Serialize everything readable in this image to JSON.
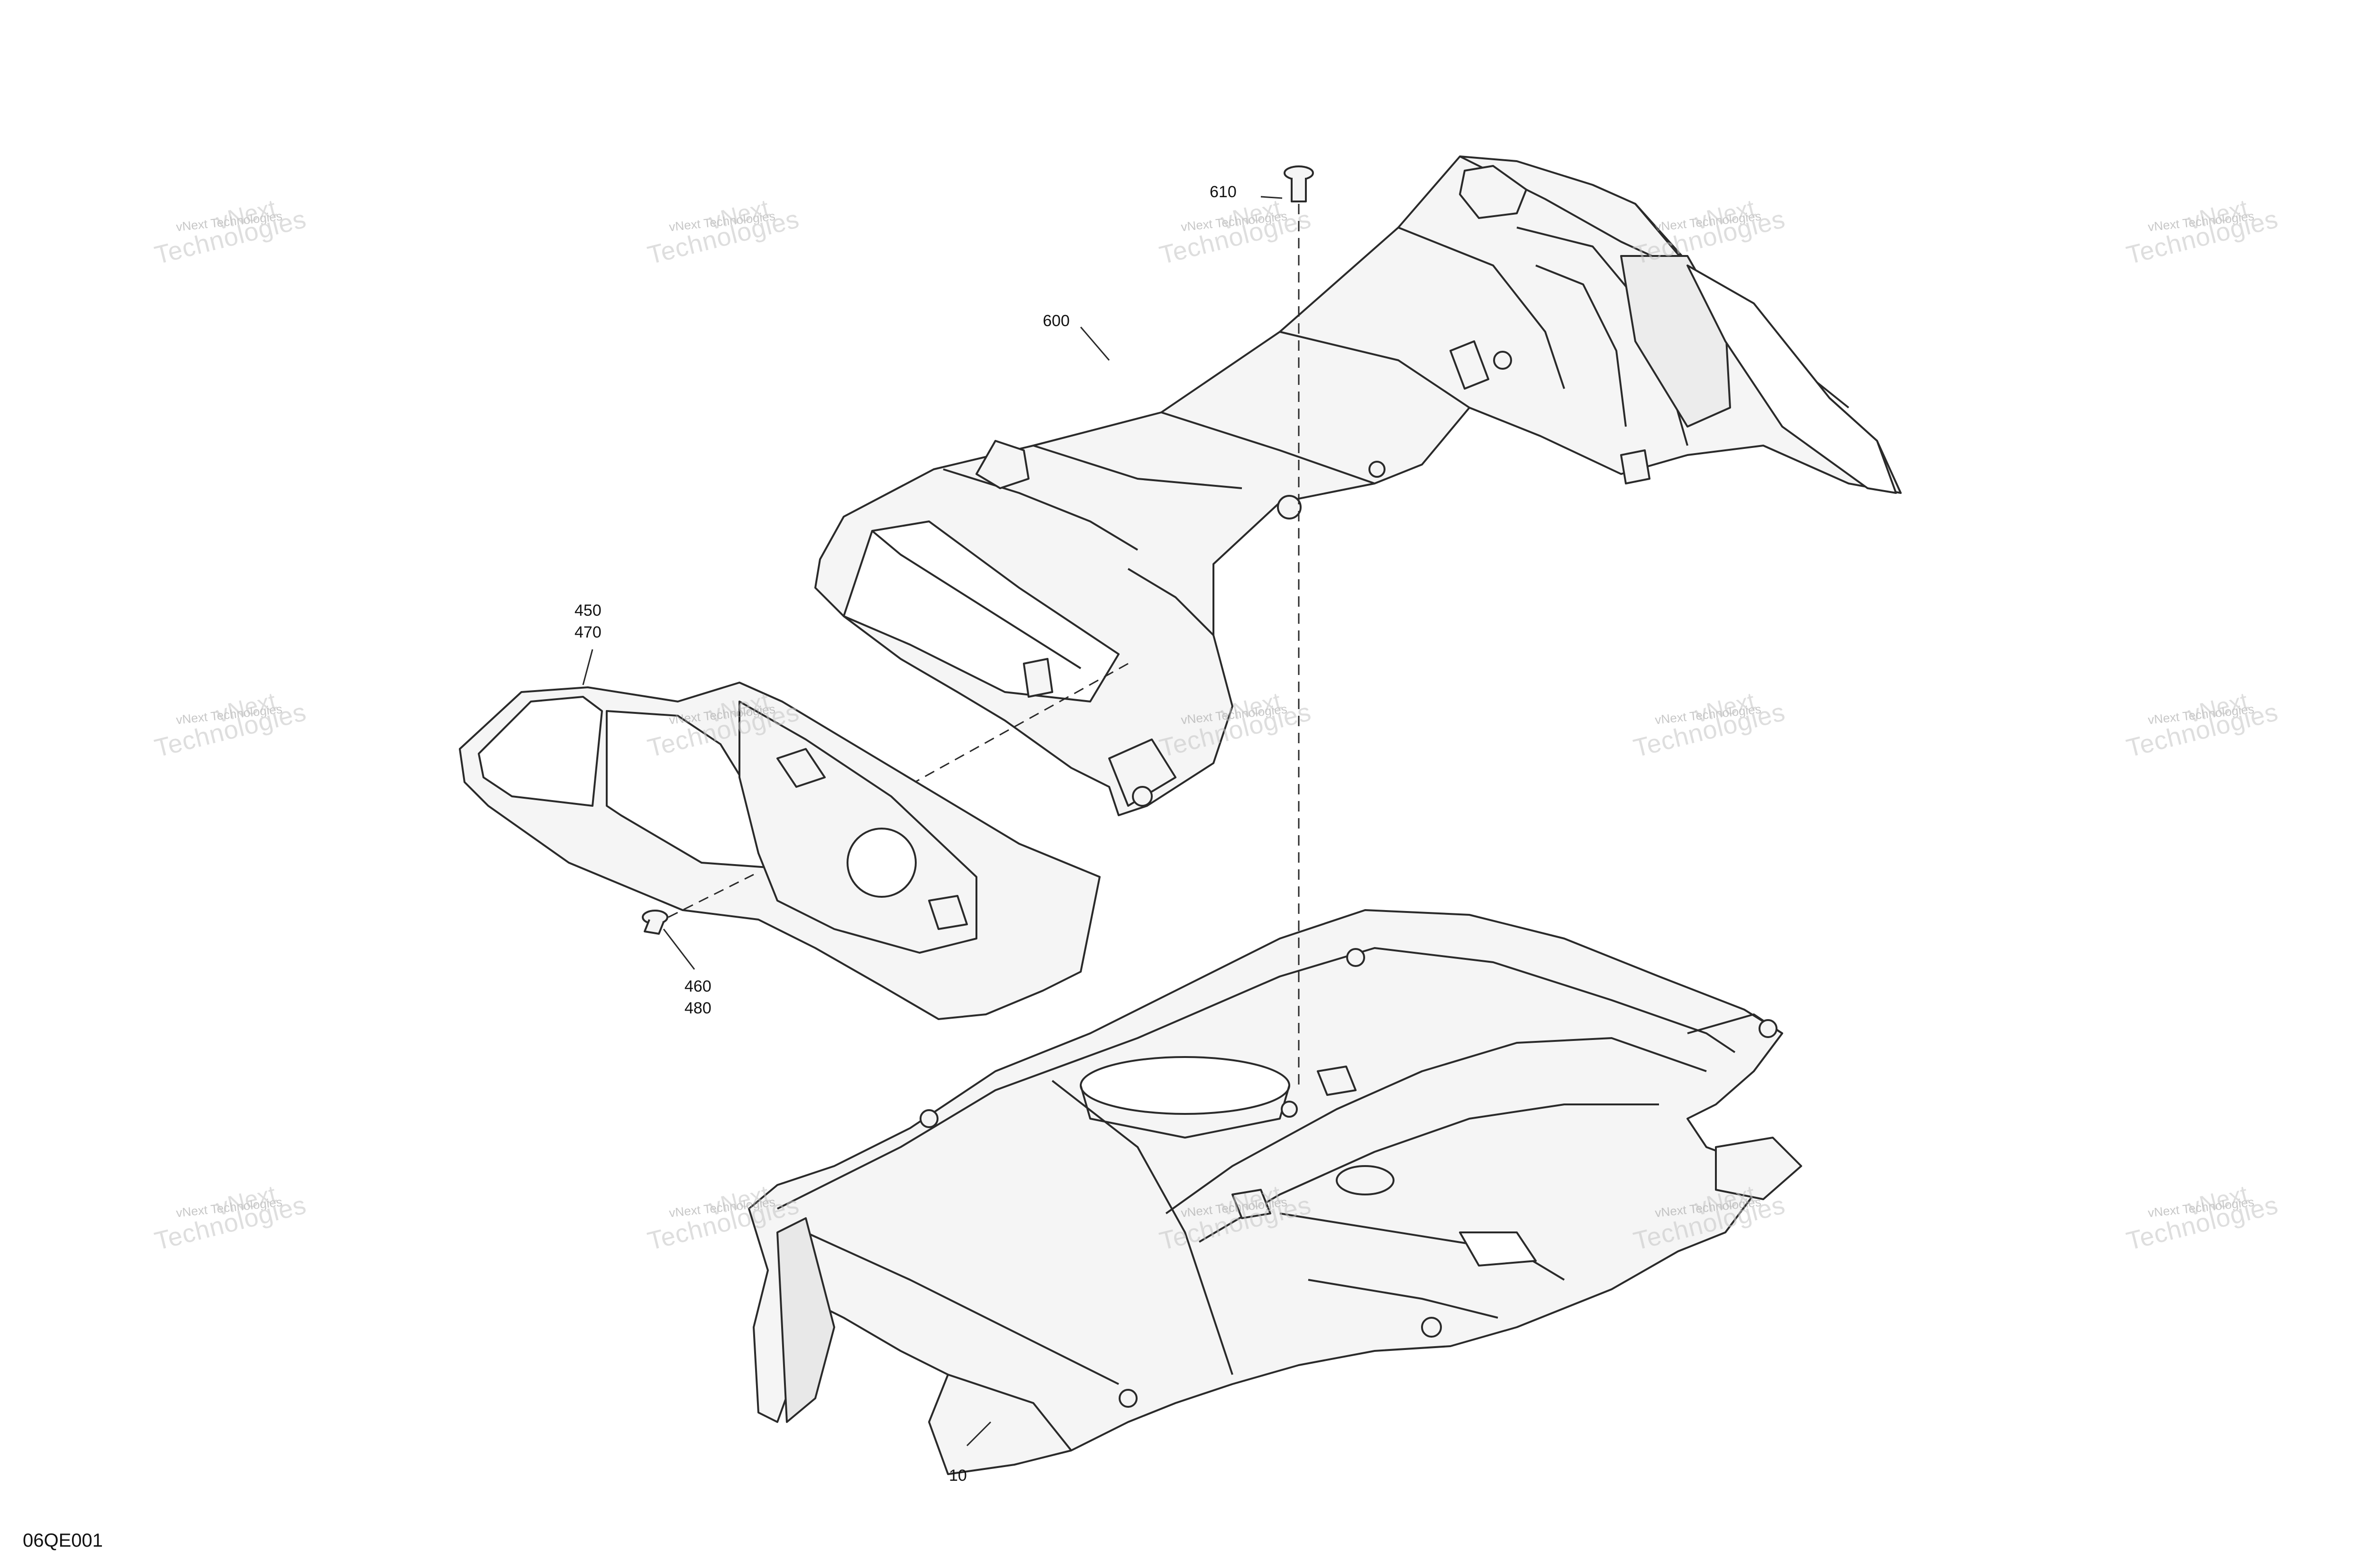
{
  "drawing_code": "06QE001",
  "callouts": {
    "c610": "610",
    "c600": "600",
    "c450": "450",
    "c470": "470",
    "c460": "460",
    "c480": "480",
    "c10": "10"
  },
  "watermark": {
    "line_small": "vNext Technologies",
    "line_big_a": "Technologies",
    "line_big_b": "vNext"
  },
  "colors": {
    "line": "#2a2a2a",
    "fill": "#f4f4f4",
    "watermark": "#9a9a9a"
  }
}
